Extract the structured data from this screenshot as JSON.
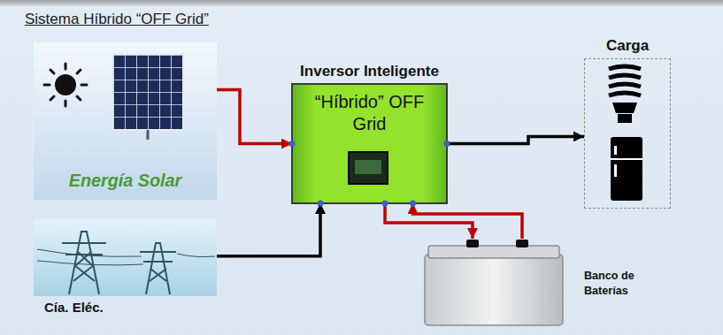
{
  "diagram": {
    "title": "Sistema Híbrido “OFF Grid”",
    "nodes": [
      {
        "text": [
          "Energía Solar"
        ]
      },
      {
        "text": [
          "Inversor Inteligente",
          "“Híbrido” OFF Grid"
        ]
      },
      {
        "text": [
          "Carga"
        ]
      },
      {
        "text": [
          "Cía. Eléc."
        ]
      },
      {
        "text": [
          "Banco de Baterías"
        ]
      }
    ],
    "edges": [
      {
        "from": 0,
        "to": 1,
        "arrow": "to"
      },
      {
        "from": 3,
        "to": 1,
        "arrow": "to"
      },
      {
        "from": 1,
        "to": 2,
        "arrow": "to"
      },
      {
        "from": 1,
        "to": 4,
        "arrow": "to"
      },
      {
        "from": 4,
        "to": 1,
        "arrow": "to"
      }
    ]
  }
}
